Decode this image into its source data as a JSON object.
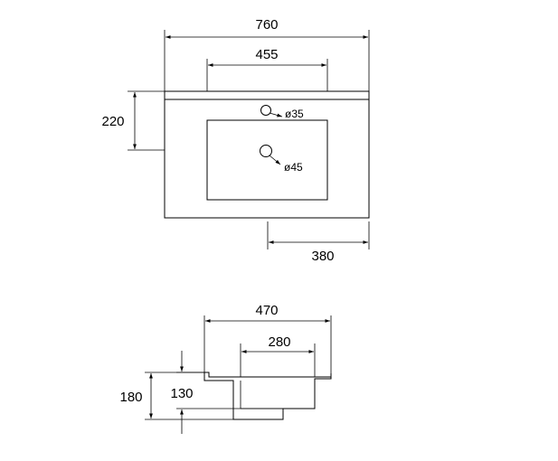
{
  "top_view": {
    "width_total": "760",
    "width_basin": "455",
    "height_back": "220",
    "offset_center": "380",
    "tap_hole": "ø35",
    "drain_hole": "ø45"
  },
  "side_view": {
    "width_total": "470",
    "width_basin": "280",
    "height_total": "180",
    "height_basin": "130"
  }
}
